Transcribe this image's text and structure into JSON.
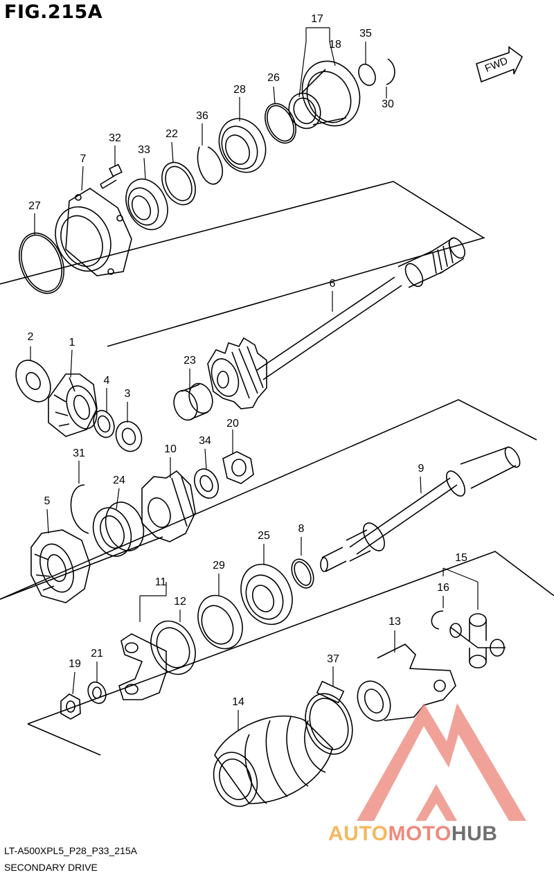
{
  "figure": {
    "title": "FIG.215A"
  },
  "direction_marker": "FWD",
  "callouts": [
    "1",
    "2",
    "3",
    "4",
    "5",
    "6",
    "7",
    "8",
    "9",
    "10",
    "11",
    "12",
    "13",
    "14",
    "15",
    "16",
    "17",
    "18",
    "19",
    "20",
    "21",
    "22",
    "23",
    "24",
    "25",
    "26",
    "27",
    "28",
    "29",
    "30",
    "31",
    "32",
    "33",
    "34",
    "35",
    "36",
    "37"
  ],
  "footer": {
    "code": "LT-A500XPL5_P28_P33_215A",
    "name": "SECONDARY DRIVE"
  },
  "watermark": {
    "part1": "AUTO",
    "part2": "MOTO",
    "part3": "HUB",
    "colors": {
      "auto": "#f4b860",
      "moto": "#ee8a7d",
      "hub": "#6f6f6f"
    }
  }
}
